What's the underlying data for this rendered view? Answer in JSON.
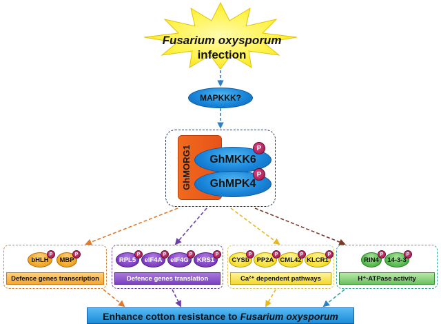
{
  "trigger": {
    "pathogen": "Fusarium oxysporum",
    "event": "infection"
  },
  "kinase": {
    "label": "MAPKKK?"
  },
  "complex": {
    "scaffold": "GhMORG1",
    "kinases": [
      {
        "label": "GhMKK6",
        "phospho": "P"
      },
      {
        "label": "GhMPK4",
        "phospho": "P"
      }
    ]
  },
  "groups": [
    {
      "title": "Defence genes transcription",
      "nodes": [
        "bHLH",
        "MBP"
      ],
      "color": "#f5a733"
    },
    {
      "title": "Defence genes translation",
      "nodes": [
        "RPL5",
        "eIF4A",
        "eIF4G",
        "KRS1"
      ],
      "color": "#7b42c3"
    },
    {
      "title": "Ca²⁺ dependent pathways",
      "nodes": [
        "CYSb",
        "PP2A",
        "CML42",
        "KLCR1"
      ],
      "color": "#f3d930"
    },
    {
      "title": "H⁺-ATPase activity",
      "nodes": [
        "RIN4",
        "14-3-3"
      ],
      "color": "#6cc25f"
    }
  ],
  "phospho_mark": "P",
  "outcome": {
    "prefix": "Enhance cotton resistance to",
    "pathogen": "Fusarium oxysporum"
  }
}
